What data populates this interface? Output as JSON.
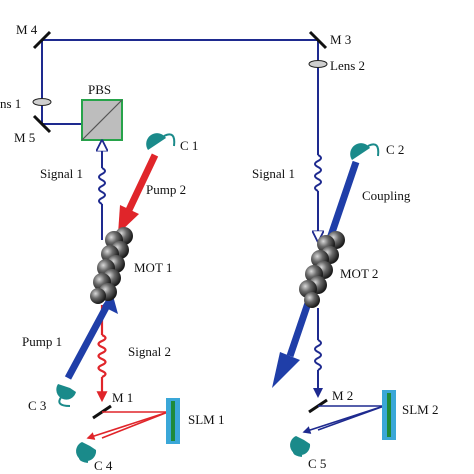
{
  "labels": {
    "m1": "M 1",
    "m2": "M 2",
    "m3": "M 3",
    "m4": "M 4",
    "m5": "M 5",
    "lens1": "ns 1",
    "lens2": "Lens 2",
    "pbs": "PBS",
    "c1": "C 1",
    "c2": "C 2",
    "c3": "C 3",
    "c4": "C 4",
    "c5": "C 5",
    "signal1_left": "Signal 1",
    "signal1_right": "Signal 1",
    "signal2": "Signal 2",
    "pump1": "Pump 1",
    "pump2": "Pump 2",
    "coupling": "Coupling",
    "mot1": "MOT 1",
    "mot2": "MOT 2",
    "slm1": "SLM 1",
    "slm2": "SLM 2"
  },
  "colors": {
    "beam_blue": "#1e2a8f",
    "pump_blue": "#1f3ea8",
    "signal_red": "#e0252a",
    "fiber_teal": "#1a8a8a",
    "slm_frame": "#3aa7d8",
    "slm_core": "#1e8a3a",
    "pbs_frame": "#27a34a",
    "atom_dark": "#333333"
  }
}
